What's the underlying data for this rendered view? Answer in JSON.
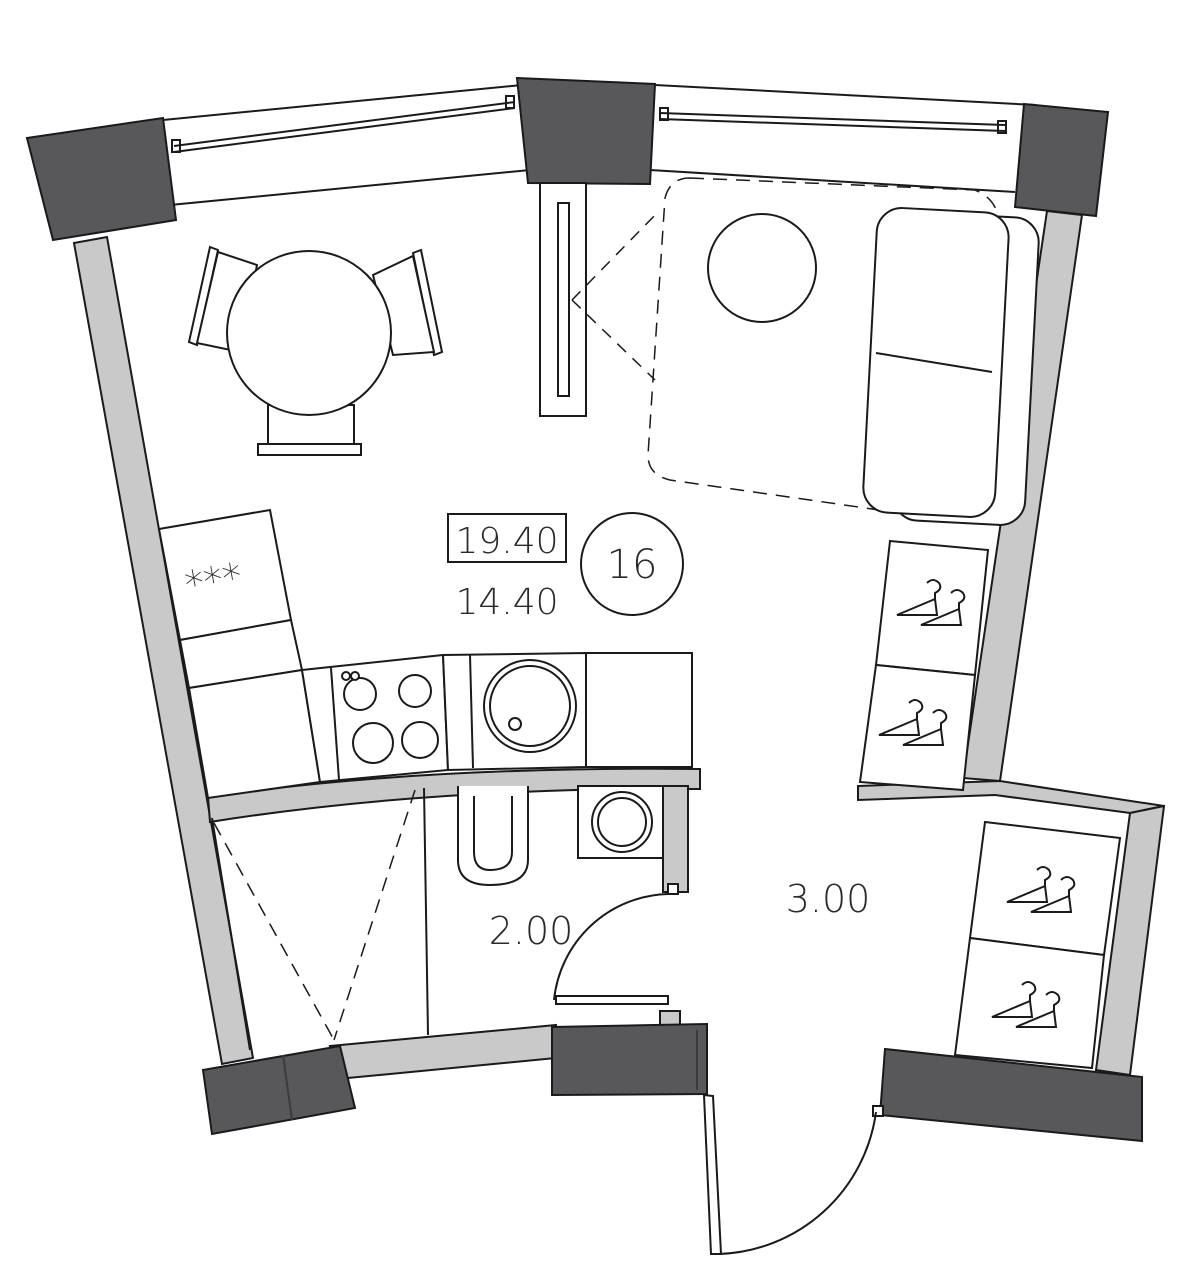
{
  "plan": {
    "apartment_number": "16",
    "total_area": "19.40",
    "living_area": "14.40",
    "bathroom_area": "2.00",
    "hall_area": "3.00"
  },
  "colors": {
    "column": "#58585a",
    "wall": "#c9c9c9",
    "line": "#1a1a1a",
    "background": "#ffffff"
  },
  "icons": {
    "hob_marks": "***",
    "wardrobe": "hanger-icon"
  }
}
